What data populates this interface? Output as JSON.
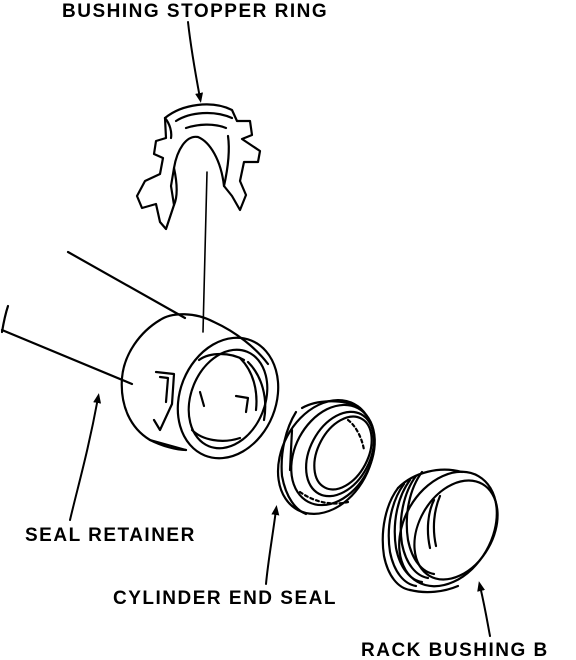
{
  "labels": {
    "bushing_stopper_ring": "BUSHING STOPPER RING",
    "seal_retainer": "SEAL RETAINER",
    "cylinder_end_seal": "CYLINDER END SEAL",
    "rack_bushing_b": "RACK BUSHING B"
  },
  "colors": {
    "ink": "#000000",
    "paper": "#ffffff"
  }
}
